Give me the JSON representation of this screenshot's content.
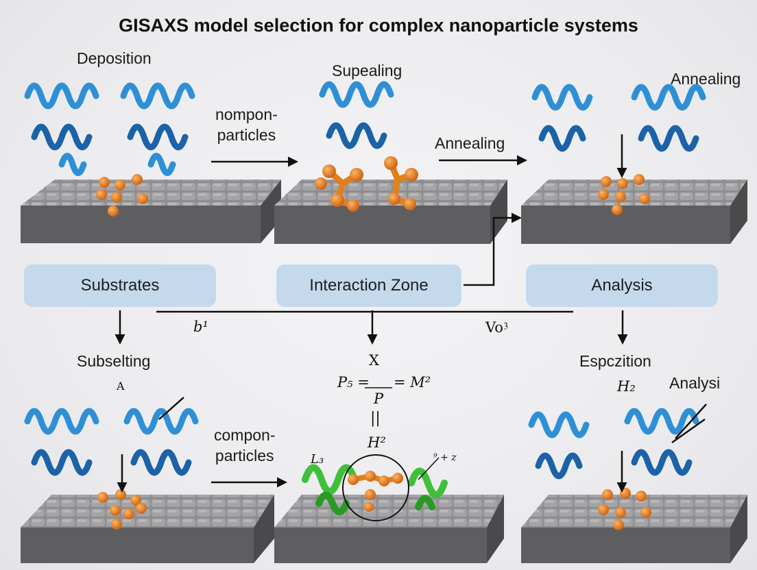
{
  "title": "GISAXS model selection for complex nanoparticle systems",
  "panels": {
    "top_left": "Deposition",
    "top_middle": "Supealing",
    "top_right": "Annealing",
    "bottom_left": "Subselting",
    "bottom_right": "Espczition",
    "bottom_right_callout": "Analysi"
  },
  "arrow_labels": {
    "top_1": "nompon-\nparticles",
    "top_2": "Annealing",
    "bottom_1": "compon-\nparticles"
  },
  "boxes": {
    "substrates": "Substrates",
    "interaction_zone": "Interaction Zone",
    "analysis": "Analysis"
  },
  "annotations": {
    "b1": "b¹",
    "vo": "Vo⁳",
    "a": "A",
    "x": "X",
    "equation_left": "P₅ =",
    "equation_den": "P",
    "equation_right": "= M²",
    "parallel": "||",
    "h2_sup": "H²",
    "l3": "L₃",
    "plus_z": "⁹ + z",
    "h2_sub": "H₂"
  },
  "colors": {
    "protein": "#2f8fd6",
    "protein_dark": "#1b62a8",
    "particle": "#f08a24",
    "particle_dark": "#c76512",
    "green_protein": "#3fbf3a",
    "substrate_top": "#8d8d90",
    "substrate_side": "#5b5b5e",
    "box": "#c5d9ec"
  }
}
